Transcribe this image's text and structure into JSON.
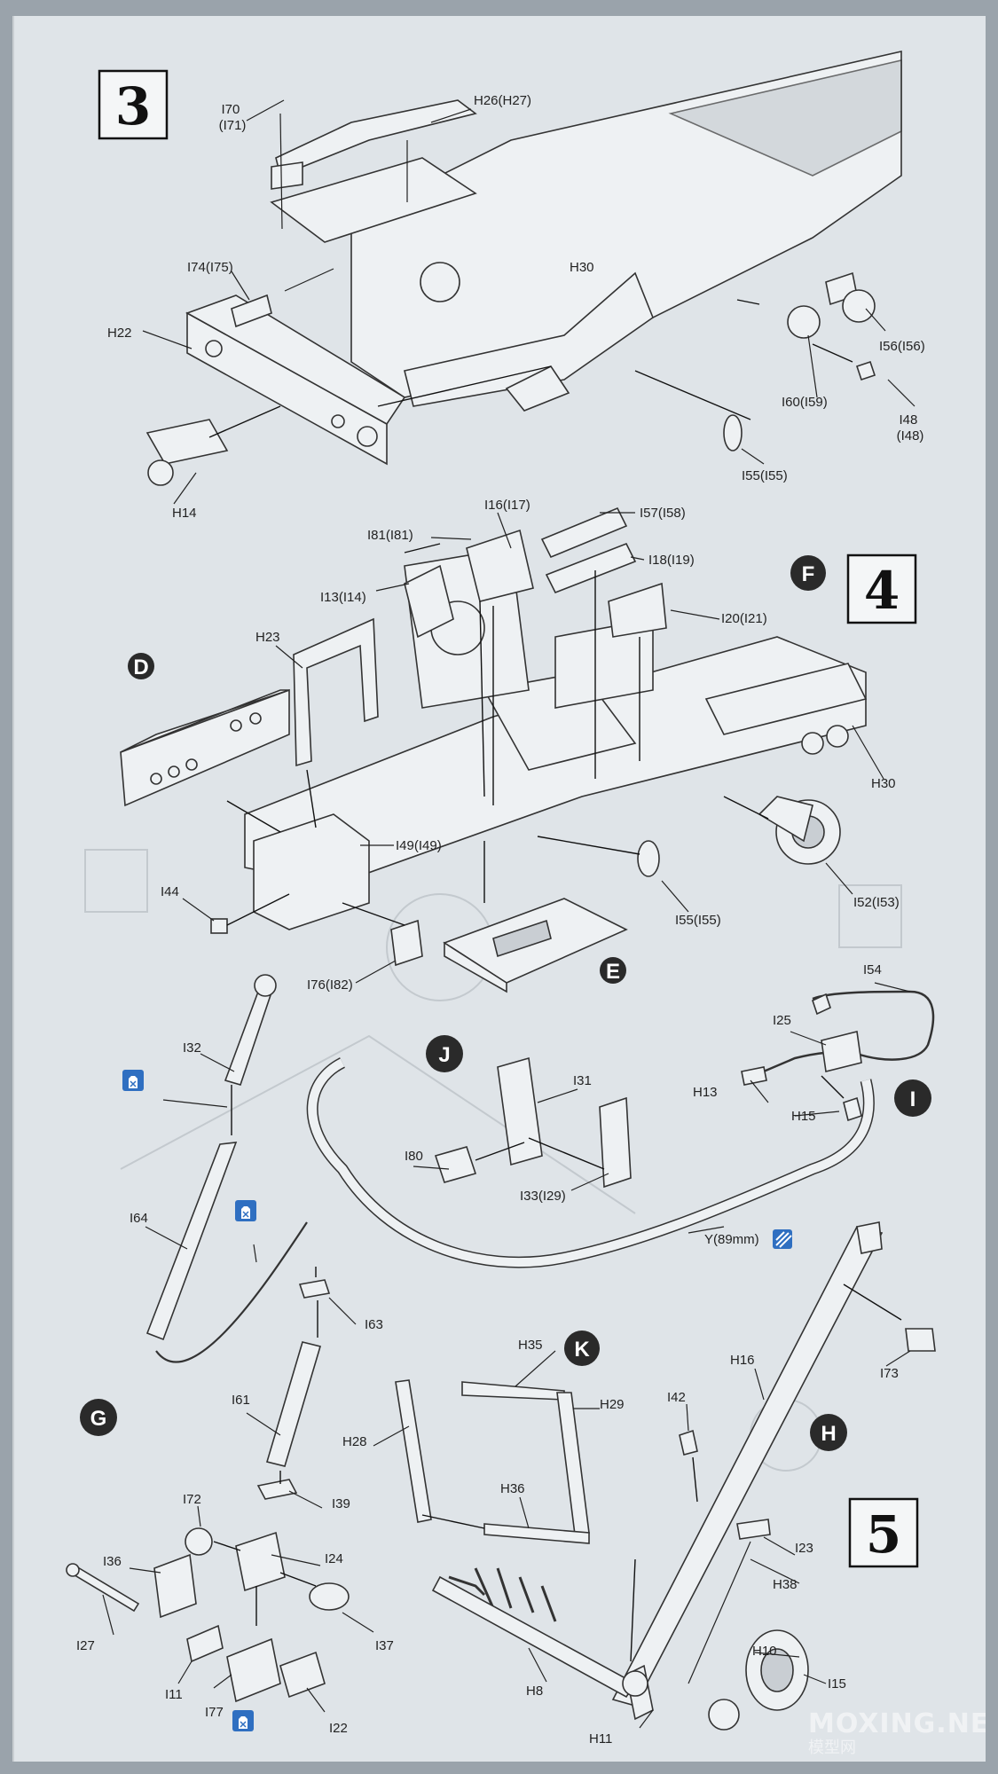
{
  "steps": [
    "3",
    "4",
    "5"
  ],
  "subassemblies": [
    "D",
    "E",
    "F",
    "G",
    "H",
    "I",
    "J",
    "K"
  ],
  "labels": {
    "i70": "I70\n(I71)",
    "h26": "H26(H27)",
    "i74": "I74(I75)",
    "h22": "H22",
    "h30a": "H30",
    "h14": "H14",
    "i56": "I56(I56)",
    "i60": "I60(I59)",
    "i48": "I48\n(I48)",
    "i55a": "I55(I55)",
    "i16": "I16(I17)",
    "i57": "I57(I58)",
    "i81": "I81(I81)",
    "i18": "I18(I19)",
    "i13": "I13(I14)",
    "i20": "I20(I21)",
    "h23": "H23",
    "h30b": "H30",
    "i49": "I49(I49)",
    "i44": "I44",
    "i55b": "I55(I55)",
    "i52": "I52(I53)",
    "i76": "I76(I82)",
    "i54": "I54",
    "i25": "I25",
    "h13": "H13",
    "h15": "H15",
    "i32": "I32",
    "i31": "I31",
    "i80": "I80",
    "i33": "I33(I29)",
    "y89": "Y(89mm)",
    "i64": "I64",
    "i63": "I63",
    "h35": "H35",
    "h16": "H16",
    "i73": "I73",
    "i42": "I42",
    "h29": "H29",
    "h28": "H28",
    "i61": "I61",
    "h36": "H36",
    "i72": "I72",
    "i39": "I39",
    "i23": "I23",
    "i36": "I36",
    "i24": "I24",
    "h38": "H38",
    "i27": "I27",
    "i37": "I37",
    "h10": "H10",
    "h8": "H8",
    "i15": "I15",
    "i11": "I11",
    "i77": "I77",
    "i22": "I22",
    "h11": "H11"
  },
  "watermark": {
    "brand": "MOXING.NET",
    "sub": "模型网"
  },
  "colors": {
    "paper": "#dfe4e8",
    "ink": "#222222",
    "icon_blue": "#2f6fc1"
  },
  "icons": [
    "cement-bottle-icon",
    "paint-strip-icon"
  ]
}
